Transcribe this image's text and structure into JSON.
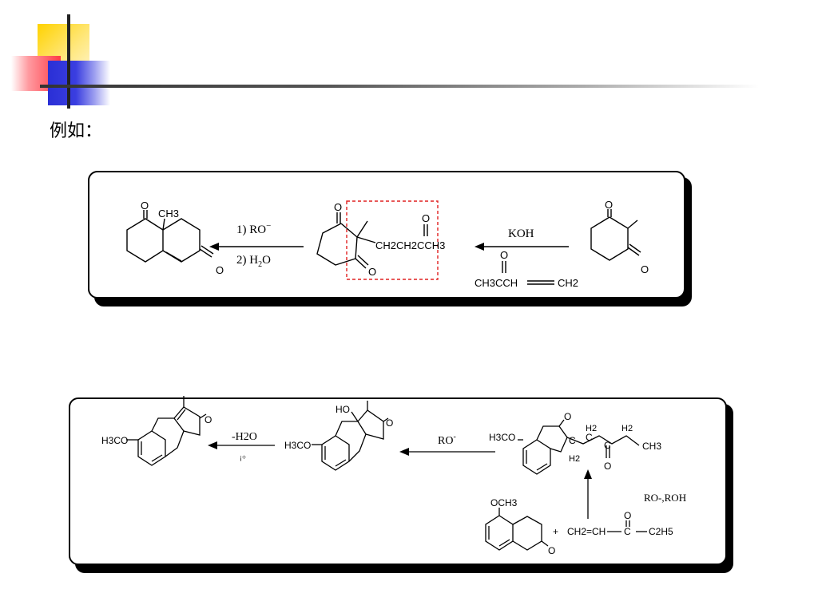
{
  "slide": {
    "heading": "例如：",
    "accent_colors": {
      "yellow": "#ffd200",
      "red": "#ff3a45",
      "blue": "#2a2fd6",
      "line": "#333333"
    }
  },
  "scheme1": {
    "product_labels": {
      "methyl": "CH3",
      "oxo_top": "O",
      "oxo_enone": "O"
    },
    "step_reagents": {
      "step1": "1)  RO",
      "step1_charge": "−",
      "step2": "2) H",
      "step2_sub": "2",
      "step2_end": "O"
    },
    "intermediate_labels": {
      "oxo_top": "O",
      "oxo_bottom": "O",
      "ketone_o": "O",
      "side_chain": "CH2CH2CCH3"
    },
    "reagent_top": "KOH",
    "reagent_bottom": {
      "oxo": "O",
      "formula": "CH3CCH",
      "vinyl": "CH2"
    },
    "start_labels": {
      "oxo_top": "O",
      "oxo_bottom": "O"
    }
  },
  "scheme2": {
    "product": {
      "methoxy": "H3CO",
      "oxo": "O"
    },
    "dehydration": {
      "reagent": "-H2O",
      "note": "¡÷"
    },
    "aldol": {
      "methoxy": "H3CO",
      "hydroxy": "HO",
      "oxo": "O"
    },
    "base_label": "RO",
    "base_charge": "-",
    "adduct": {
      "methoxy": "H3CO",
      "oxo_ring": "O",
      "ch2_a": "H2",
      "ch2_b": "H2",
      "ch2_c": "H2",
      "c1": "C",
      "c2": "C",
      "c3": "C",
      "oxo_chain": "O",
      "methyl": "CH3"
    },
    "conditions": "RO-,ROH",
    "tetralone": {
      "methoxy": "OCH3",
      "oxo": "O"
    },
    "plus": "+",
    "vinyl_ketone": {
      "formula": "CH2=CH",
      "carbonyl_c": "C",
      "oxo": "O",
      "ethyl": "C2H5"
    }
  }
}
